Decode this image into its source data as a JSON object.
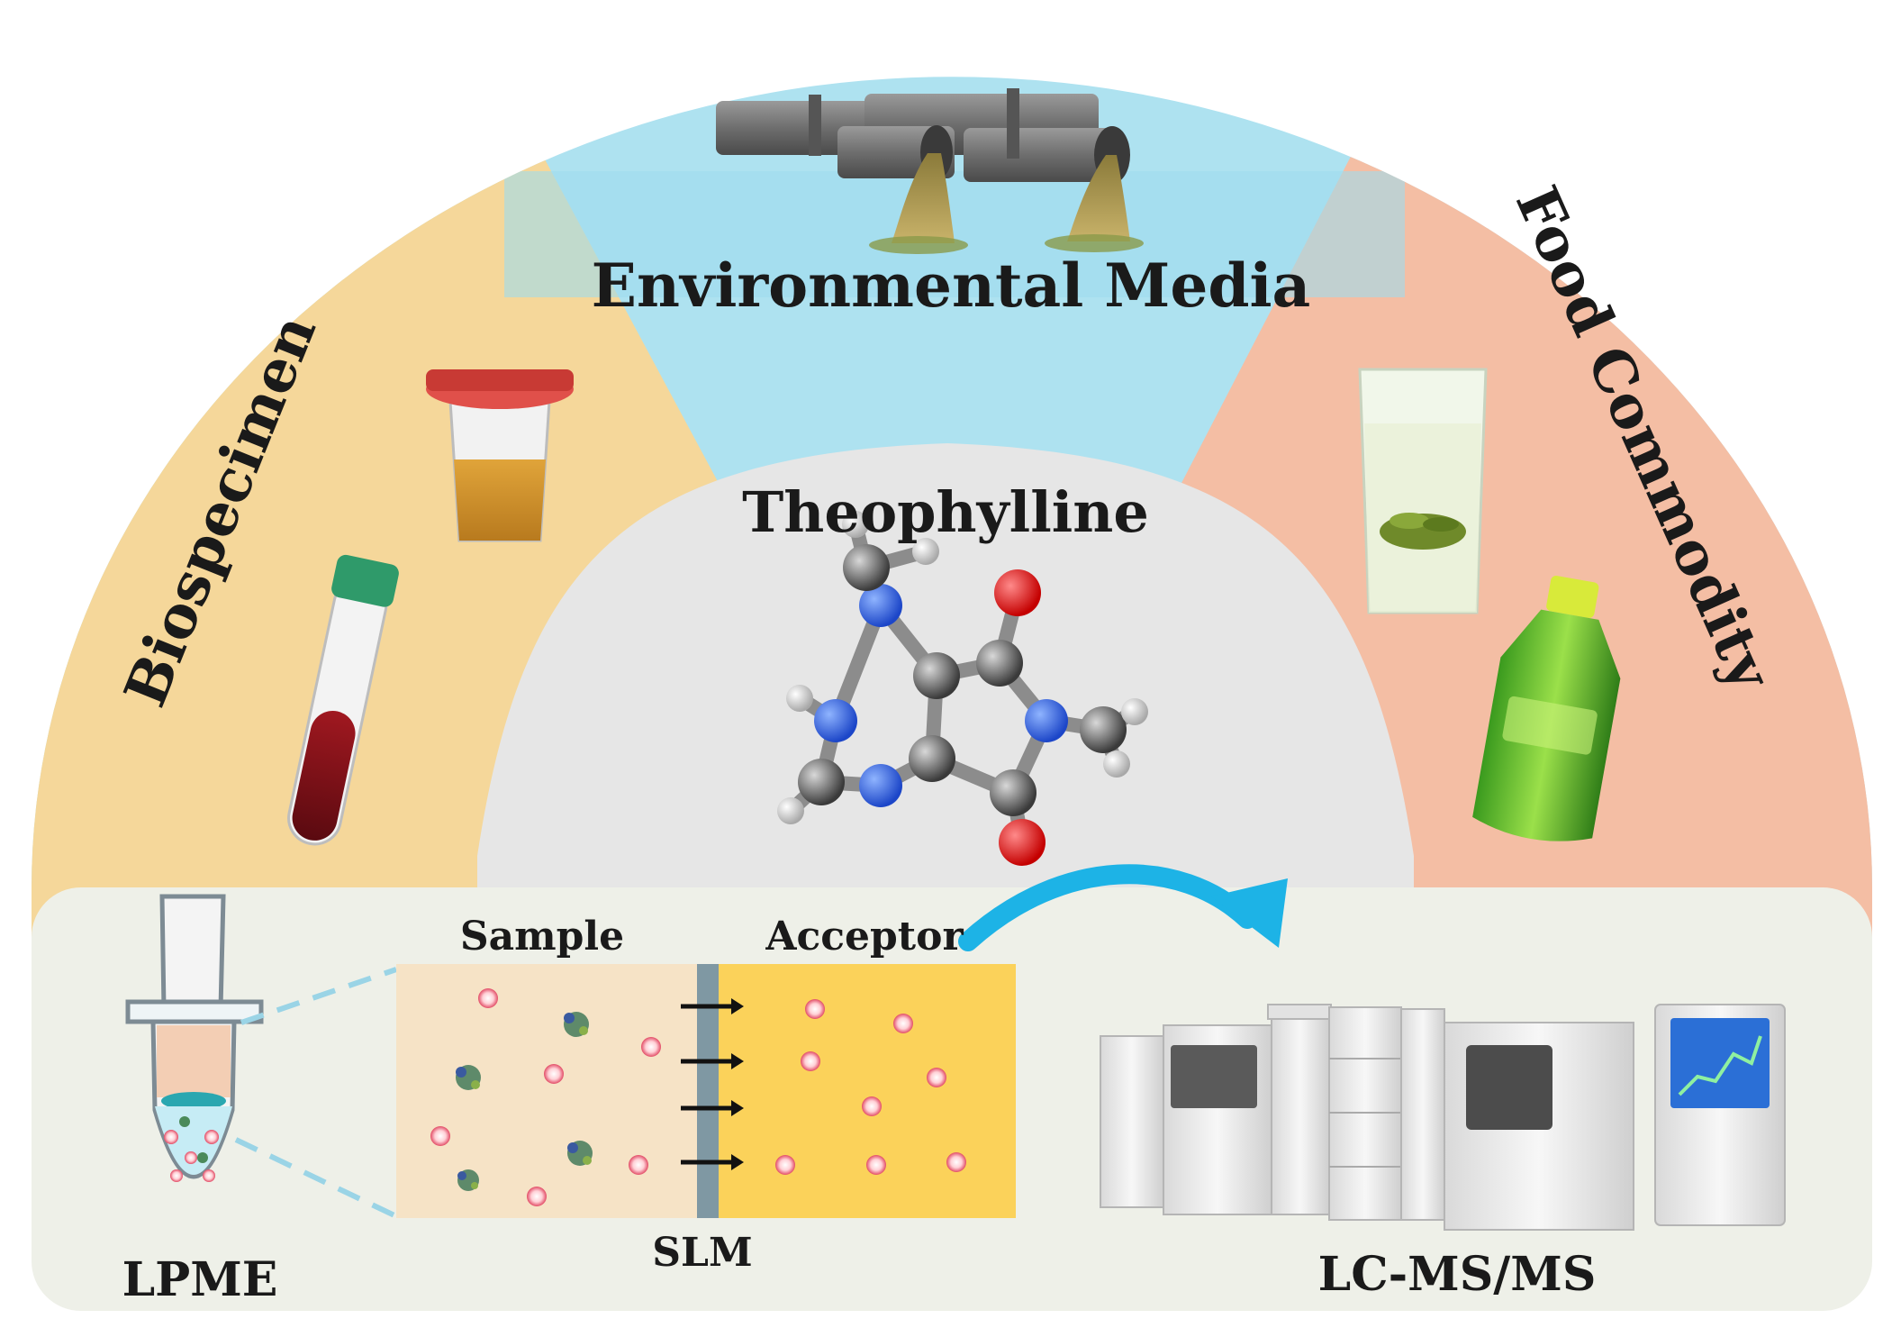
{
  "sectors": {
    "left": {
      "label": "Biospecimen",
      "color": "#f5d79a"
    },
    "center": {
      "label": "Environmental Media",
      "color": "#aee2f0"
    },
    "right": {
      "label": "Food Commodity",
      "color": "#f4bea4"
    }
  },
  "core": {
    "label": "Theophylline",
    "color": "#e6e6e6"
  },
  "extraction": {
    "sample_label": "Sample",
    "acceptor_label": "Acceptor",
    "membrane_label": "SLM",
    "tube_label": "LPME",
    "instrument_label": "LC-MS/MS"
  },
  "colors": {
    "sample_phase": "#f6e3c6",
    "acceptor_phase": "#fbd25a",
    "membrane": "#7f98a3",
    "bottom_panel": "#eef0e8",
    "flow_arrow": "#1db3e6"
  }
}
